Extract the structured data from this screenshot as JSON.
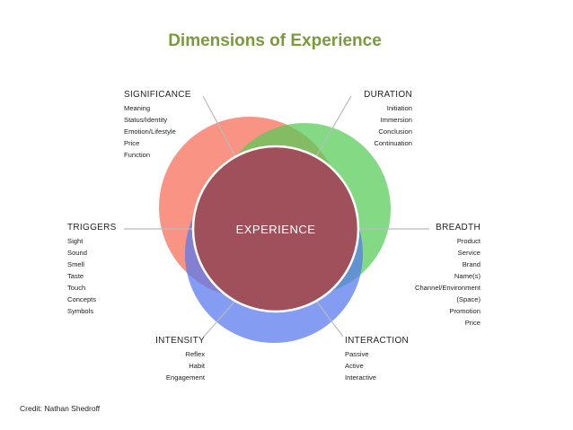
{
  "title": "Dimensions of Experience",
  "center_label": "EXPERIENCE",
  "colors": {
    "title": "#7a9a3c",
    "red_circle": "#f76a55",
    "green_circle": "#55cc55",
    "blue_circle": "#5577ee",
    "center": "#a0505a"
  },
  "groups": {
    "significance": {
      "heading": "SIGNIFICANCE",
      "items": [
        "Meaning",
        "Status/Identity",
        "Emotion/Lifestyle",
        "Price",
        "Function"
      ]
    },
    "duration": {
      "heading": "DURATION",
      "items": [
        "Initiation",
        "Immersion",
        "Conclusion",
        "Continuation"
      ]
    },
    "triggers": {
      "heading": "TRIGGERS",
      "items": [
        "Sight",
        "Sound",
        "Smell",
        "Taste",
        "Touch",
        "Concepts",
        "Symbols"
      ]
    },
    "breadth": {
      "heading": "BREADTH",
      "items": [
        "Product",
        "Service",
        "Brand",
        "Name(s)",
        "Channel/Environment",
        "(Space)",
        "Promotion",
        "Price"
      ]
    },
    "intensity": {
      "heading": "INTENSITY",
      "items": [
        "Reflex",
        "Habit",
        "Engagement"
      ]
    },
    "interaction": {
      "heading": "INTERACTION",
      "items": [
        "Passive",
        "Active",
        "Interactive"
      ]
    }
  },
  "credit": "Credit: Nathan Shedroff"
}
